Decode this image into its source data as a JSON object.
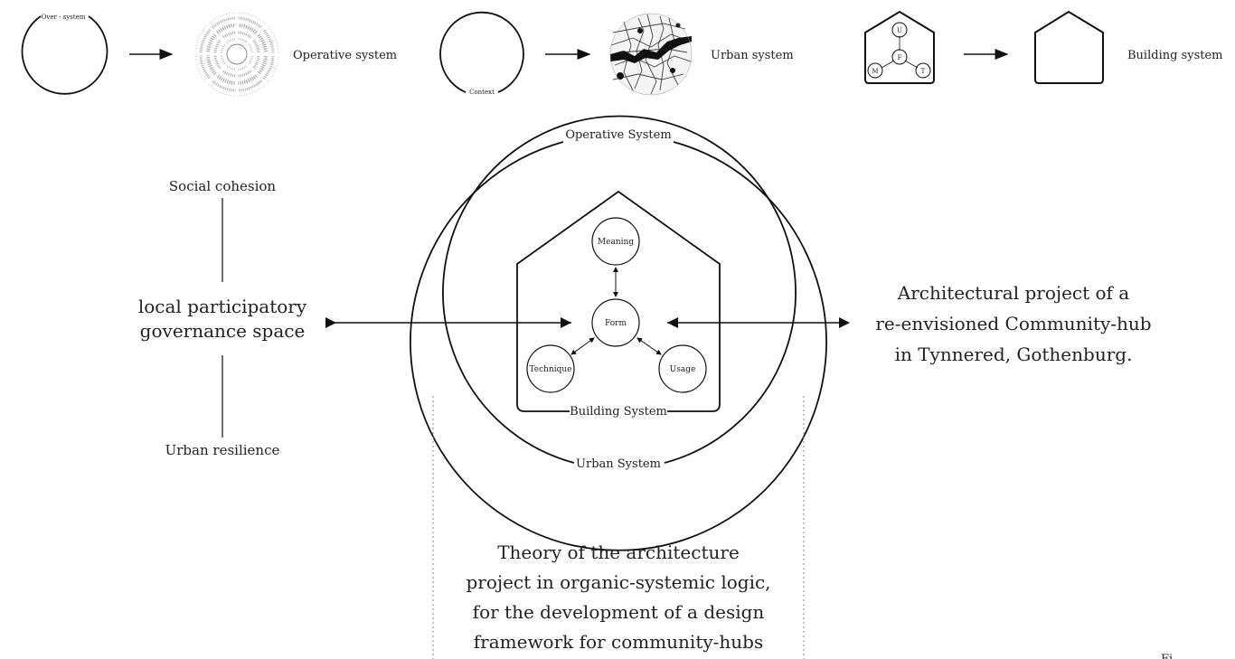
{
  "top_row": {
    "over_system_label": "Over - system",
    "operative_system_label": "Operative system",
    "context_label": "Context",
    "urban_system_label": "Urban system",
    "house_u": "U",
    "house_f": "F",
    "house_m": "M",
    "house_t": "T",
    "building_system_label": "Building system"
  },
  "left_axis": {
    "top_label": "Social cohesion",
    "center_line1": "local participatory",
    "center_line2": "governance space",
    "bottom_label": "Urban resilience"
  },
  "core": {
    "operative_system": "Operative System",
    "urban_system": "Urban System",
    "building_system": "Building System",
    "meaning": "Meaning",
    "form": "Form",
    "technique": "Technique",
    "usage": "Usage"
  },
  "right_text": {
    "line1": "Architectural project of a",
    "line2": "re-envisioned Community-hub",
    "line3": "in Tynnered, Gothenburg."
  },
  "bottom_text": {
    "line1": "Theory of the architecture",
    "line2": "project in organic-systemic logic,",
    "line3": "for the development of a design",
    "line4": "framework for community-hubs"
  },
  "corner_text": "Fi"
}
